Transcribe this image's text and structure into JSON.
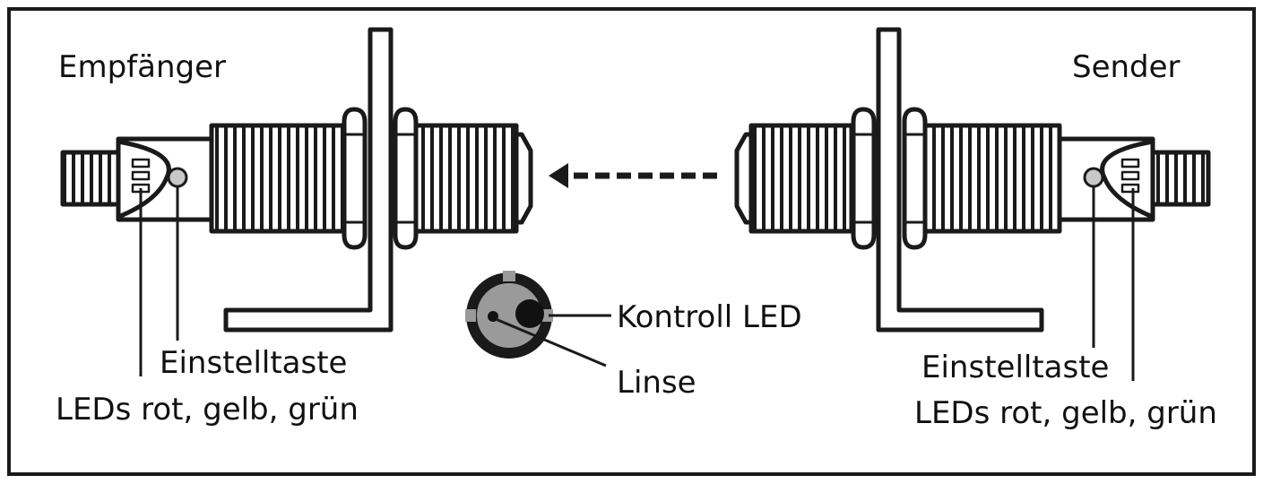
{
  "labels": {
    "receiver": "Empfänger",
    "sender": "Sender",
    "receiver_button": "Einstelltaste",
    "receiver_leds": "LEDs rot, gelb, grün",
    "sender_button": "Einstelltaste",
    "sender_leds": "LEDs rot, gelb, grün",
    "control_led": "Kontroll LED",
    "lens": "Linse"
  },
  "colors": {
    "stroke": "#1a1a1a",
    "led_button_fill": "#c8c8c8",
    "lens_fill": "#9a9a9a"
  }
}
